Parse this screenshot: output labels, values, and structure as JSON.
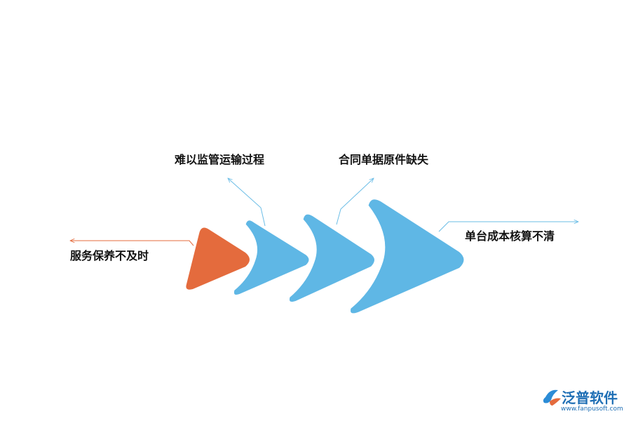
{
  "diagram": {
    "labels": {
      "service": "服务保养不及时",
      "transport": "难以监管运输过程",
      "contract": "合同单据原件缺失",
      "cost": "单台成本核算不清"
    },
    "colors": {
      "orange": "#e46b3d",
      "blue": "#5fb7e5",
      "arrow_orange": "#e46b3d",
      "arrow_blue": "#6bbde6"
    }
  },
  "logo": {
    "name": "泛普软件",
    "url": "www.fanpusoft.com",
    "color": "#1f6fb5"
  }
}
